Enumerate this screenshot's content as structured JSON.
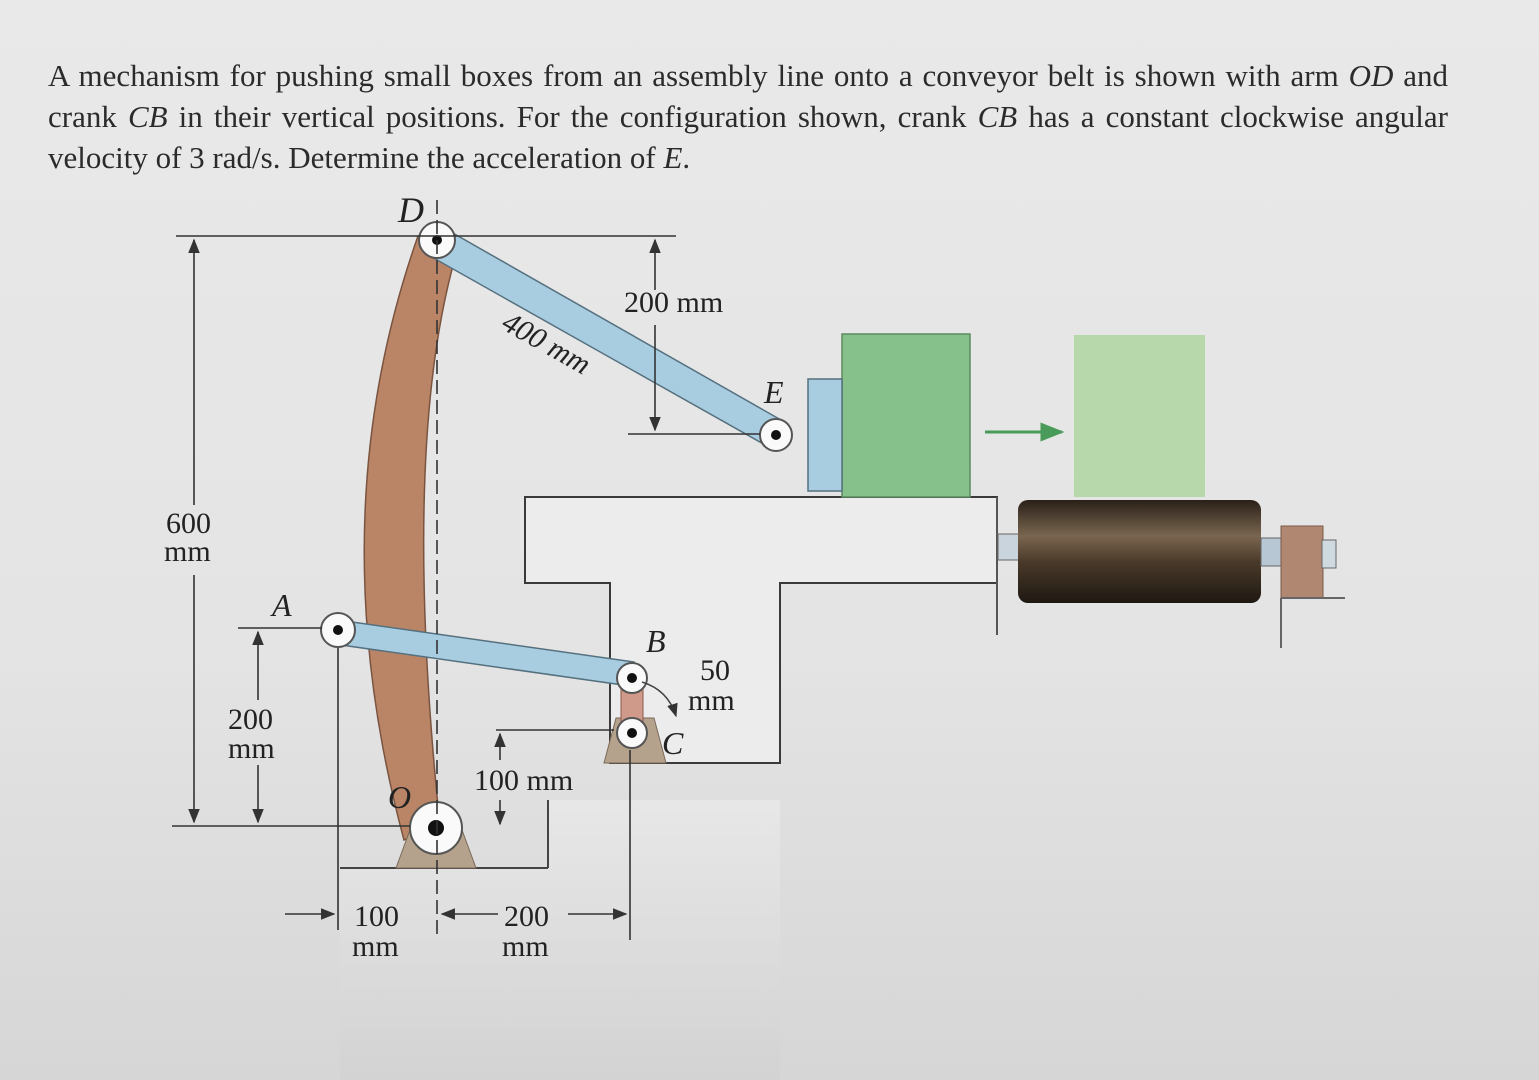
{
  "problem": {
    "segments": [
      {
        "text": "A mechanism for pushing small boxes from an assembly line onto a conveyor belt is shown with arm ",
        "italic": false
      },
      {
        "text": "OD",
        "italic": true
      },
      {
        "text": " and crank ",
        "italic": false
      },
      {
        "text": "CB",
        "italic": true
      },
      {
        "text": " in their vertical positions. For the configuration shown, crank ",
        "italic": false
      },
      {
        "text": "CB",
        "italic": true
      },
      {
        "text": " has a constant clockwise angular velocity of 3 rad/s. Determine the acceleration of ",
        "italic": false
      },
      {
        "text": "E",
        "italic": true
      },
      {
        "text": ".",
        "italic": false
      }
    ]
  },
  "points": {
    "D": "D",
    "A": "A",
    "O": "O",
    "B": "B",
    "C": "C",
    "E": "E"
  },
  "dimensions": {
    "d600": {
      "value": "600",
      "unit": "mm"
    },
    "d200_vert": {
      "value": "200",
      "unit": "mm"
    },
    "d400": "400 mm",
    "d200_top": "200 mm",
    "d100_vert": "100 mm",
    "d50": {
      "value": "50",
      "unit": "mm"
    },
    "d100_horiz": {
      "value": "100",
      "unit": "mm"
    },
    "d200_horiz": {
      "value": "200",
      "unit": "mm"
    }
  },
  "colors": {
    "arm": "#b98566",
    "link": "#a9cde0",
    "box_front": "#86c08a",
    "box_shadow": "#b7d8aa",
    "pusher": "#a9cde0",
    "roller": "#4a3a2a",
    "support": "#b08770",
    "dimension": "#333333"
  }
}
